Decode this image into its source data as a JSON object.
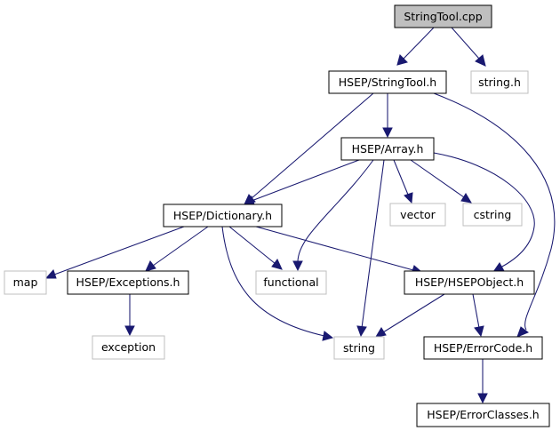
{
  "graph": {
    "nodes": {
      "root": "StringTool.cpp",
      "stringtool_h": "HSEP/StringTool.h",
      "string_h": "string.h",
      "array_h": "HSEP/Array.h",
      "dictionary_h": "HSEP/Dictionary.h",
      "vector": "vector",
      "cstring": "cstring",
      "map": "map",
      "exceptions_h": "HSEP/Exceptions.h",
      "functional": "functional",
      "hsepobject_h": "HSEP/HSEPObject.h",
      "exception": "exception",
      "string": "string",
      "errorcode_h": "HSEP/ErrorCode.h",
      "errorclasses_h": "HSEP/ErrorClasses.h"
    },
    "node_styles": {
      "root": "highlighted",
      "documented": [
        "stringtool_h",
        "array_h",
        "dictionary_h",
        "exceptions_h",
        "hsepobject_h",
        "errorcode_h",
        "errorclasses_h"
      ],
      "external": [
        "string_h",
        "vector",
        "cstring",
        "map",
        "functional",
        "exception",
        "string"
      ]
    },
    "edges": [
      [
        "root",
        "stringtool_h"
      ],
      [
        "root",
        "string_h"
      ],
      [
        "stringtool_h",
        "array_h"
      ],
      [
        "stringtool_h",
        "dictionary_h"
      ],
      [
        "stringtool_h",
        "errorcode_h"
      ],
      [
        "array_h",
        "dictionary_h"
      ],
      [
        "array_h",
        "vector"
      ],
      [
        "array_h",
        "cstring"
      ],
      [
        "array_h",
        "functional"
      ],
      [
        "array_h",
        "string"
      ],
      [
        "array_h",
        "hsepobject_h"
      ],
      [
        "dictionary_h",
        "map"
      ],
      [
        "dictionary_h",
        "exceptions_h"
      ],
      [
        "dictionary_h",
        "functional"
      ],
      [
        "dictionary_h",
        "string"
      ],
      [
        "dictionary_h",
        "hsepobject_h"
      ],
      [
        "exceptions_h",
        "exception"
      ],
      [
        "hsepobject_h",
        "string"
      ],
      [
        "hsepobject_h",
        "errorcode_h"
      ],
      [
        "errorcode_h",
        "errorclasses_h"
      ]
    ],
    "colors": {
      "edge": "#191970",
      "root_fill": "#bfbfbf",
      "root_border": "#000000",
      "documented_border": "#000000",
      "external_border": "#bfbfbf"
    }
  }
}
